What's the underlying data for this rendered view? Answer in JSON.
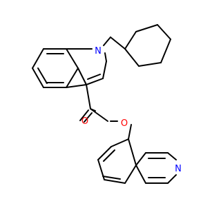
{
  "molecule": {
    "atoms": {
      "n1": "N",
      "o_carbonyl": "O",
      "o_ester": "O",
      "n_isoquinoline": "N"
    },
    "colors": {
      "bond": "#000000",
      "nitrogen": "#0000ff",
      "oxygen": "#ff0000"
    }
  }
}
